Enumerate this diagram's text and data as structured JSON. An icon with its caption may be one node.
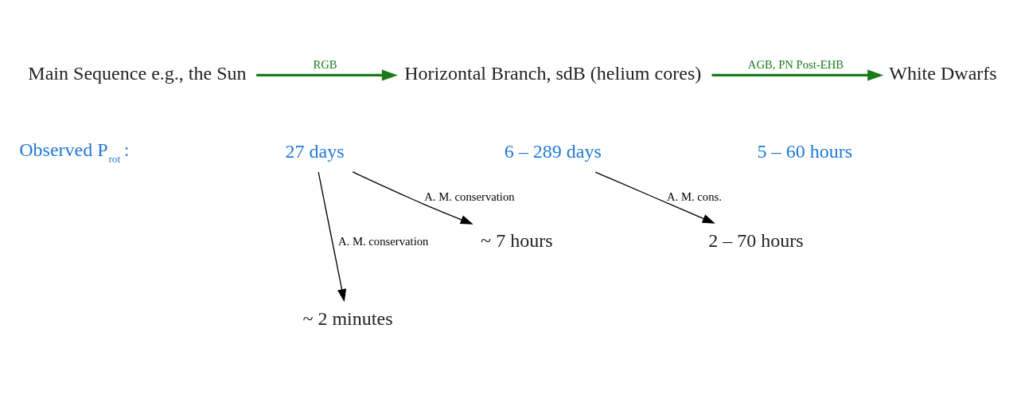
{
  "diagram": {
    "nodes": [
      {
        "text": [
          "Main Sequence e.g., the Sun"
        ]
      },
      {
        "text": [
          "Horizontal Branch, sdB (helium cores)"
        ]
      },
      {
        "text": [
          "White Dwarfs"
        ]
      },
      {
        "text": [
          "27 days"
        ]
      },
      {
        "text": [
          "6 – 289 days"
        ]
      },
      {
        "text": [
          "5 – 60 hours"
        ]
      },
      {
        "text": [
          "~ 7 hours"
        ]
      },
      {
        "text": [
          "2 – 70 hours"
        ]
      },
      {
        "text": [
          "~ 2 minutes"
        ]
      }
    ],
    "edges": [
      {
        "from": 0,
        "to": 1,
        "arrow": "to",
        "label": "RGB",
        "color": "#1a7a1a",
        "style": "thick"
      },
      {
        "from": 1,
        "to": 2,
        "arrow": "to",
        "label": "AGB, PN Post-EHB",
        "color": "#1a7a1a",
        "style": "thick"
      },
      {
        "from": 3,
        "to": 6,
        "arrow": "to",
        "label": "A. M. conservation"
      },
      {
        "from": 4,
        "to": 7,
        "arrow": "to",
        "label": "A. M. cons."
      },
      {
        "from": 3,
        "to": 8,
        "arrow": "to",
        "label": "A. M. conservation"
      }
    ],
    "labels": [
      "Observed P$_{rot}$ :"
    ]
  }
}
